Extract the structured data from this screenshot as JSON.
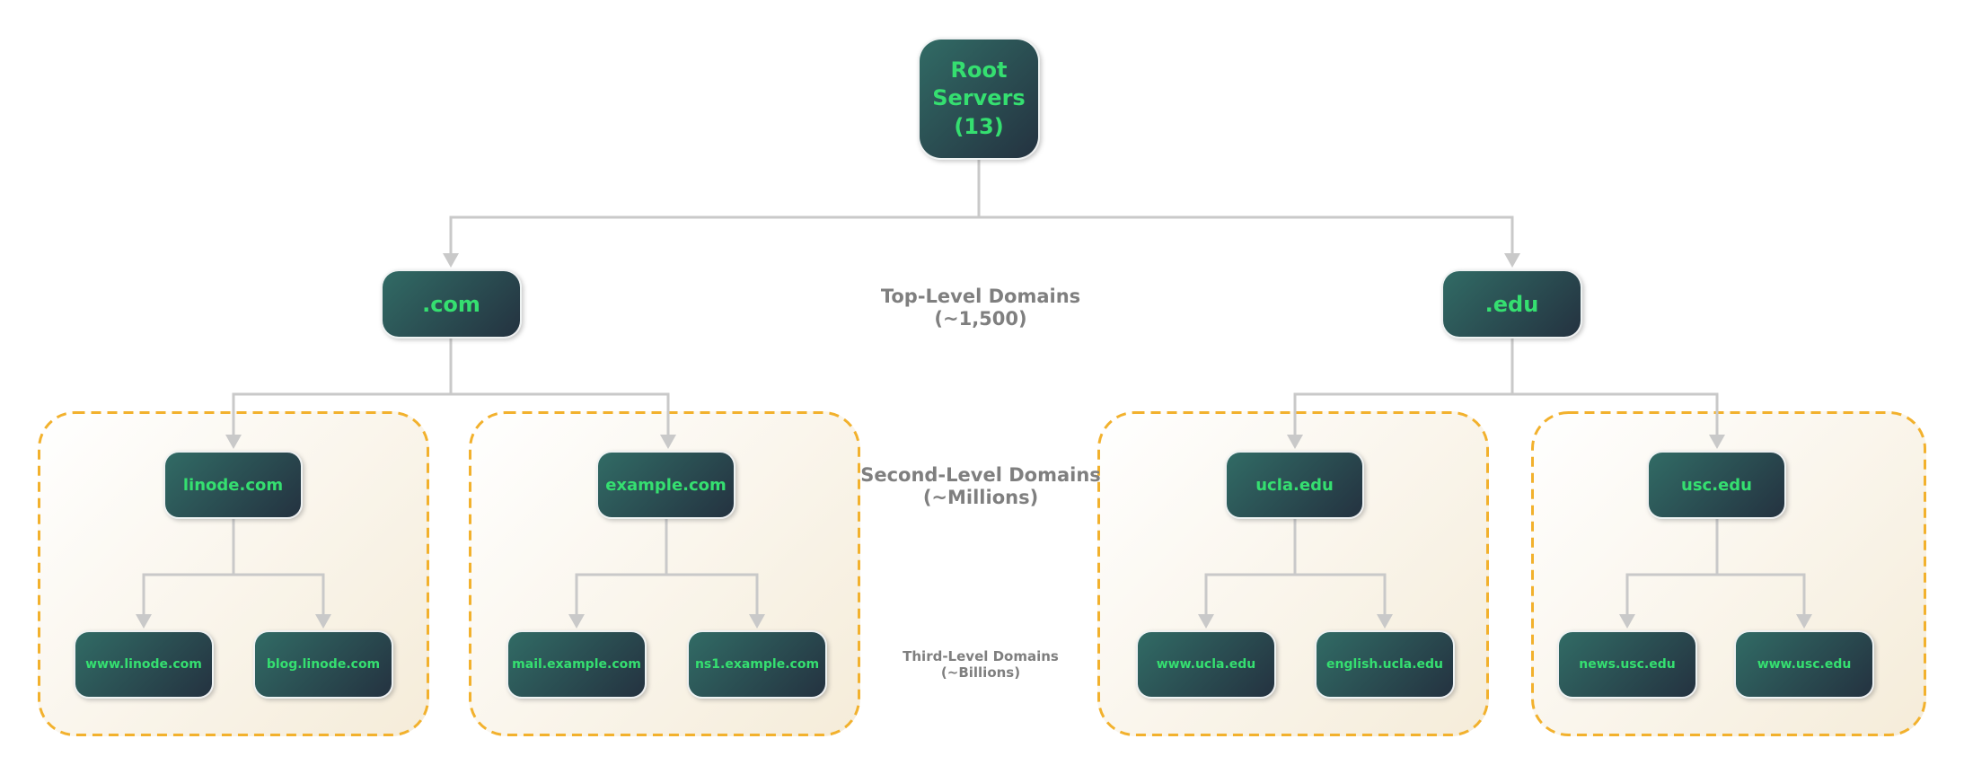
{
  "title": "DNS hierarchy diagram",
  "colors": {
    "node_gradient_start": "#316b65",
    "node_gradient_end": "#243240",
    "node_text_green": "#35df70",
    "connector_gray": "#c9c9c9",
    "level_label_gray": "#7f7f7f",
    "group_border_orange": "#f2b12d",
    "group_gradient_start": "#ffffff",
    "group_gradient_end": "#f5ecd9",
    "canvas_background": "#ffffff"
  },
  "root": {
    "label": "Root Servers (13)"
  },
  "level_labels": [
    {
      "title": "Top-Level Domains",
      "count": "(~1,500)"
    },
    {
      "title": "Second-Level Domains",
      "count": "(~Millions)"
    },
    {
      "title": "Third-Level Domains",
      "count": "(~Billions)"
    }
  ],
  "tlds": [
    {
      "label": ".com",
      "second_level": [
        {
          "label": "linode.com",
          "third_level": [
            "www.linode.com",
            "blog.linode.com"
          ]
        },
        {
          "label": "example.com",
          "third_level": [
            "mail.example.com",
            "ns1.example.com"
          ]
        }
      ]
    },
    {
      "label": ".edu",
      "second_level": [
        {
          "label": "ucla.edu",
          "third_level": [
            "www.ucla.edu",
            "english.ucla.edu"
          ]
        },
        {
          "label": "usc.edu",
          "third_level": [
            "news.usc.edu",
            "www.usc.edu"
          ]
        }
      ]
    }
  ]
}
